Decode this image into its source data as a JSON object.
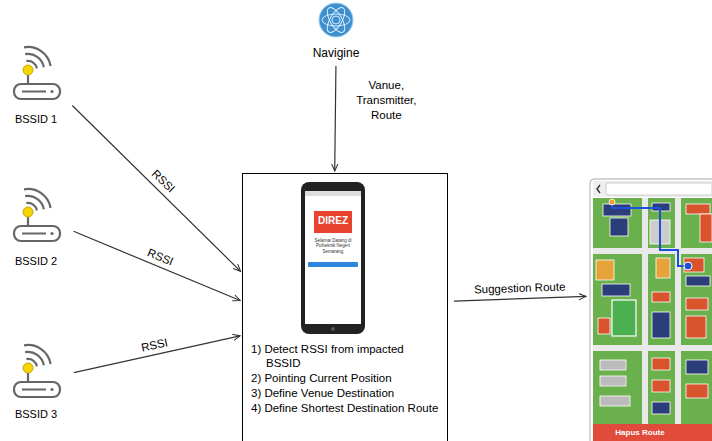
{
  "diagram": {
    "nodes": [
      {
        "text": [
          "BSSID 1"
        ]
      },
      {
        "text": [
          "BSSID 2"
        ]
      },
      {
        "text": [
          "BSSID 3"
        ]
      },
      {
        "text": [
          "Navigine"
        ]
      },
      {
        "text": [
          "1) Detect RSSI from impacted BSSID",
          "2) Pointing Current Position",
          "3) Define Venue Destination",
          "4) Define Shortest Destination Route"
        ]
      },
      {
        "text": [
          "Hapus Route"
        ]
      }
    ],
    "edges": [
      {
        "from": 0,
        "to": 4,
        "arrow": "to",
        "label": "RSSI"
      },
      {
        "from": 1,
        "to": 4,
        "arrow": "to",
        "label": "RSSI"
      },
      {
        "from": 2,
        "to": 4,
        "arrow": "to",
        "label": "RSSI"
      },
      {
        "from": 3,
        "to": 4,
        "arrow": "to",
        "label": "Vanue, Transmitter, Route"
      },
      {
        "from": 4,
        "to": 5,
        "arrow": "to",
        "label": "Suggestion Route"
      }
    ],
    "labels": [
      "DIREZ",
      "Selamat Datang di Politeknik Negeri Semarang"
    ]
  }
}
